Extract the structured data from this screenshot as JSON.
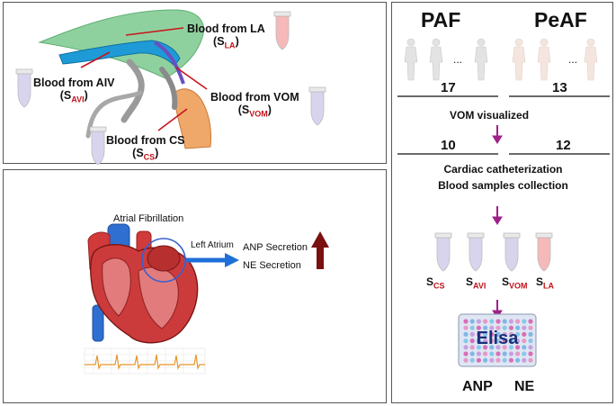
{
  "panel_a": {
    "la": {
      "label": "Blood from LA",
      "s": "S",
      "sub": "LA"
    },
    "aiv": {
      "label": "Blood from AIV",
      "s": "S",
      "sub": "AVI"
    },
    "vom": {
      "label": "Blood from VOM",
      "s": "S",
      "sub": "VOM"
    },
    "cs": {
      "label": "Blood from CS",
      "s": "S",
      "sub": "CS"
    }
  },
  "panel_b": {
    "title": "Atrial Fibrillation",
    "region": "Left Atrium",
    "anp": "ANP Secretion",
    "ne": "NE Secretion"
  },
  "panel_c": {
    "paf": "PAF",
    "peaf": "PeAF",
    "ellipsis": "...",
    "paf_count": "17",
    "peaf_count": "13",
    "vom_visualized": "VOM  visualized",
    "paf_count2": "10",
    "peaf_count2": "12",
    "step1": "Cardiac catheterization",
    "step2": "Blood samples collection",
    "samples": [
      {
        "s": "S",
        "sub": "CS"
      },
      {
        "s": "S",
        "sub": "AVI"
      },
      {
        "s": "S",
        "sub": "VOM"
      },
      {
        "s": "S",
        "sub": "LA"
      }
    ],
    "elisa": "Elisa",
    "anp": "ANP",
    "ne": "NE"
  },
  "colors": {
    "la_shape": "#8fd19e",
    "aiv_vessel": "#1e9bd7",
    "cs_shape": "#f0a86a",
    "vom_vessel": "#6a4fc0",
    "arrow_red": "#c8141c",
    "arrow_purple": "#a0208a",
    "blue_arrow": "#1f6fd8",
    "elisa_text": "#1b2f7a"
  }
}
